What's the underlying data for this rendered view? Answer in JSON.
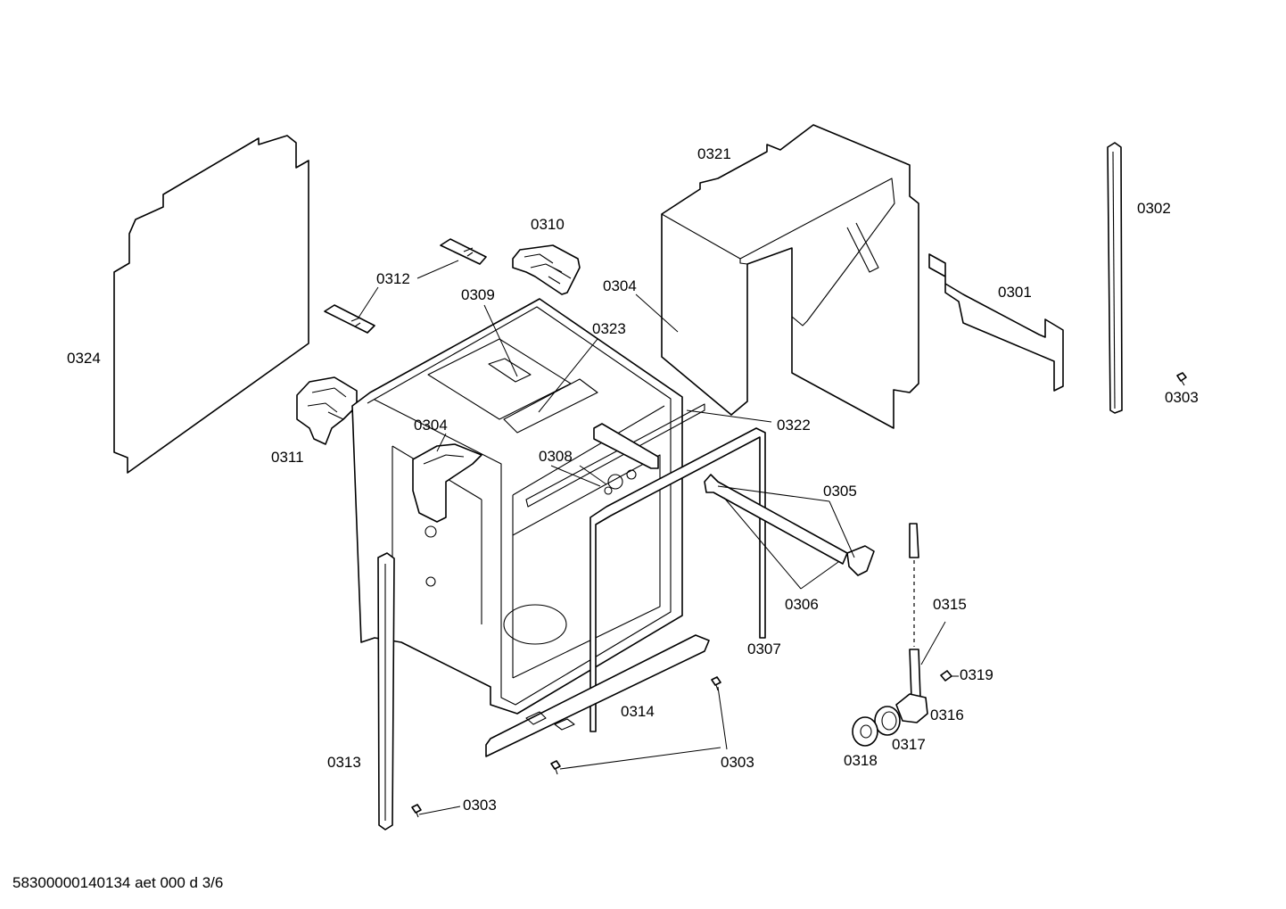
{
  "document_id": "58300000140134 aet 000 d 3/6",
  "parts": [
    {
      "key": "p0324",
      "label": "0324"
    },
    {
      "key": "p0312",
      "label": "0312"
    },
    {
      "key": "p0310",
      "label": "0310"
    },
    {
      "key": "p0309",
      "label": "0309"
    },
    {
      "key": "p0323",
      "label": "0323"
    },
    {
      "key": "p0304a",
      "label": "0304"
    },
    {
      "key": "p0321",
      "label": "0321"
    },
    {
      "key": "p0302",
      "label": "0302"
    },
    {
      "key": "p0301",
      "label": "0301"
    },
    {
      "key": "p0303a",
      "label": "0303"
    },
    {
      "key": "p0311",
      "label": "0311"
    },
    {
      "key": "p0304b",
      "label": "0304"
    },
    {
      "key": "p0322",
      "label": "0322"
    },
    {
      "key": "p0308",
      "label": "0308"
    },
    {
      "key": "p0305",
      "label": "0305"
    },
    {
      "key": "p0306",
      "label": "0306"
    },
    {
      "key": "p0307",
      "label": "0307"
    },
    {
      "key": "p0315",
      "label": "0315"
    },
    {
      "key": "p0319",
      "label": "0319"
    },
    {
      "key": "p0316",
      "label": "0316"
    },
    {
      "key": "p0314",
      "label": "0314"
    },
    {
      "key": "p0317",
      "label": "0317"
    },
    {
      "key": "p0318",
      "label": "0318"
    },
    {
      "key": "p0313",
      "label": "0313"
    },
    {
      "key": "p0303b",
      "label": "0303"
    },
    {
      "key": "p0303c",
      "label": "0303"
    }
  ]
}
